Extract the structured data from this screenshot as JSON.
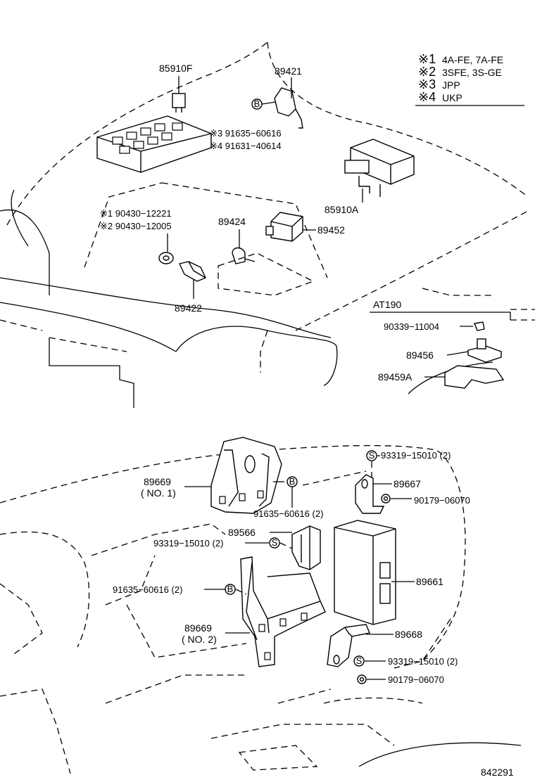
{
  "legend": [
    {
      "mark": "※1",
      "text": "4A-FE, 7A-FE"
    },
    {
      "mark": "※2",
      "text": "3SFE, 3S-GE"
    },
    {
      "mark": "※3",
      "text": "JPP"
    },
    {
      "mark": "※4",
      "text": "UKP"
    }
  ],
  "labels": {
    "p85910F": "85910F",
    "p89421": "89421",
    "p91635_60616_jpp": "※3 91635−60616",
    "p91631_40614_ukp": "※4 91631−40614",
    "p85910A": "85910A",
    "p90430_12221": "※1  90430−12221",
    "p90430_12005": "※2  90430−12005",
    "p89424": "89424",
    "p89452": "89452",
    "p89422": "89422",
    "at190": "AT190",
    "p90339_11004": "90339−11004",
    "p89456": "89456",
    "p89459A": "89459A",
    "p93319_15010_a": "93319−15010 (2)",
    "p89669_no1": "89669",
    "p89669_no1_sub": "( NO. 1)",
    "p89667": "89667",
    "p91635_60616_a": "91635−60616 (2)",
    "p90179_06070_a": "90179−06070",
    "p89566": "89566",
    "p93319_15010_b": "93319−15010 (2)",
    "p89661": "89661",
    "p91635_60616_b": "91635−60616 (2)",
    "p89669_no2": "89669",
    "p89669_no2_sub": "( NO. 2)",
    "p89668": "89668",
    "p93319_15010_c": "93319−15010 (2)",
    "p90179_06070_b": "90179−06070",
    "fig_no": "842291"
  },
  "markers": {
    "bolt": "B",
    "screw": "S"
  }
}
